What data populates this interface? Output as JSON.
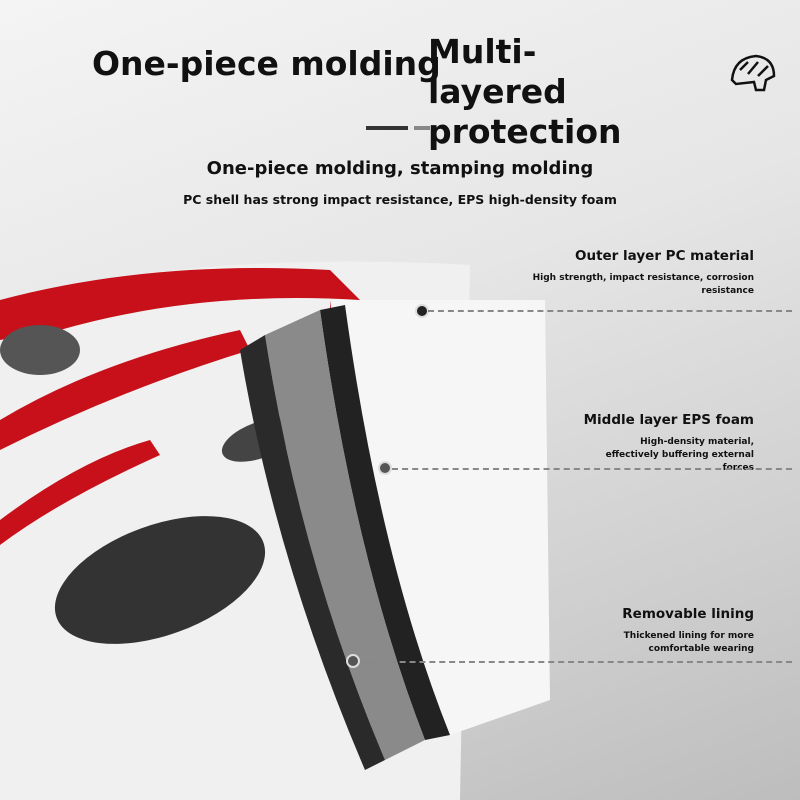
{
  "header": {
    "title_left": "One-piece molding",
    "title_right": "Multi-layered protection",
    "subtitle": "One-piece molding, stamping molding",
    "description": "PC shell has strong impact resistance, EPS high-density foam"
  },
  "layers": [
    {
      "title": "Outer layer PC material",
      "desc": "High strength, impact resistance, corrosion resistance"
    },
    {
      "title": "Middle layer EPS foam",
      "desc": "High-density material, effectively buffering external forces"
    },
    {
      "title": "Removable lining",
      "desc": "Thickened lining for more comfortable wearing"
    }
  ],
  "colors": {
    "accent_red": "#c8101a",
    "shell_white": "#f2f2f2",
    "foam_grey": "#8a8a8a"
  },
  "icons": [
    "helmet-icon"
  ]
}
